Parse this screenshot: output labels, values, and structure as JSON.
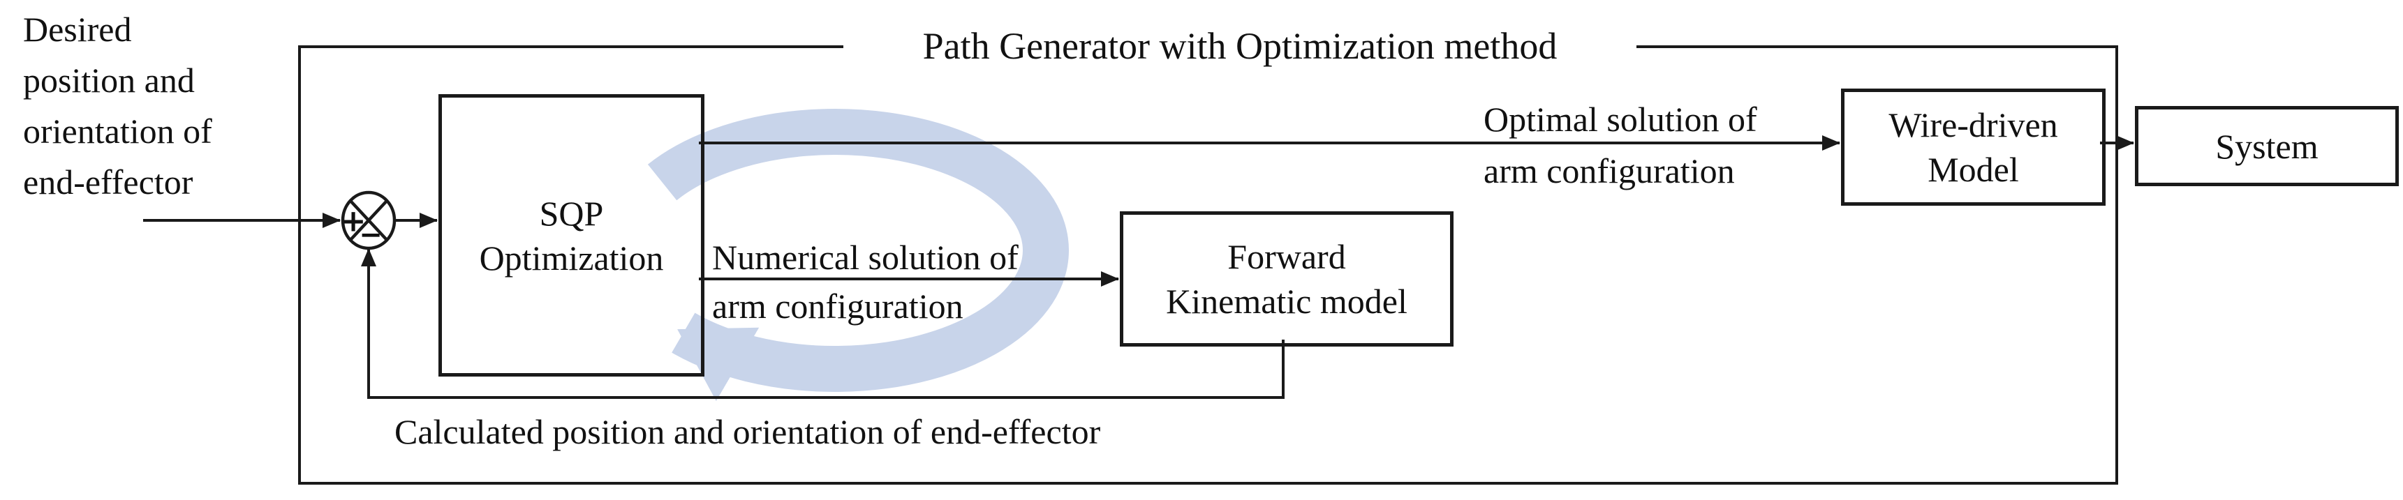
{
  "figure": {
    "background": "#ffffff",
    "ink_color": "#1a1a1a",
    "loop_arrow_color": "#c8d4ea",
    "title": "Path Generator with Optimization method",
    "input_label": {
      "line1": "Desired",
      "line2": "position and",
      "line3": "orientation of",
      "line4": "end-effector"
    },
    "summing_junction": {
      "plus": "+",
      "minus": "−"
    },
    "blocks": {
      "sqp": {
        "line1": "SQP",
        "line2": "Optimization"
      },
      "forward_kinematic": {
        "line1": "Forward",
        "line2": "Kinematic model"
      },
      "wire_driven": {
        "line1": "Wire-driven",
        "line2": "Model"
      },
      "system": {
        "line1": "System"
      }
    },
    "edge_labels": {
      "numerical": {
        "line1": "Numerical solution of",
        "line2": "arm configuration"
      },
      "optimal": {
        "line1": "Optimal solution of",
        "line2": "arm configuration"
      },
      "feedback": "Calculated position and orientation of end-effector"
    }
  }
}
